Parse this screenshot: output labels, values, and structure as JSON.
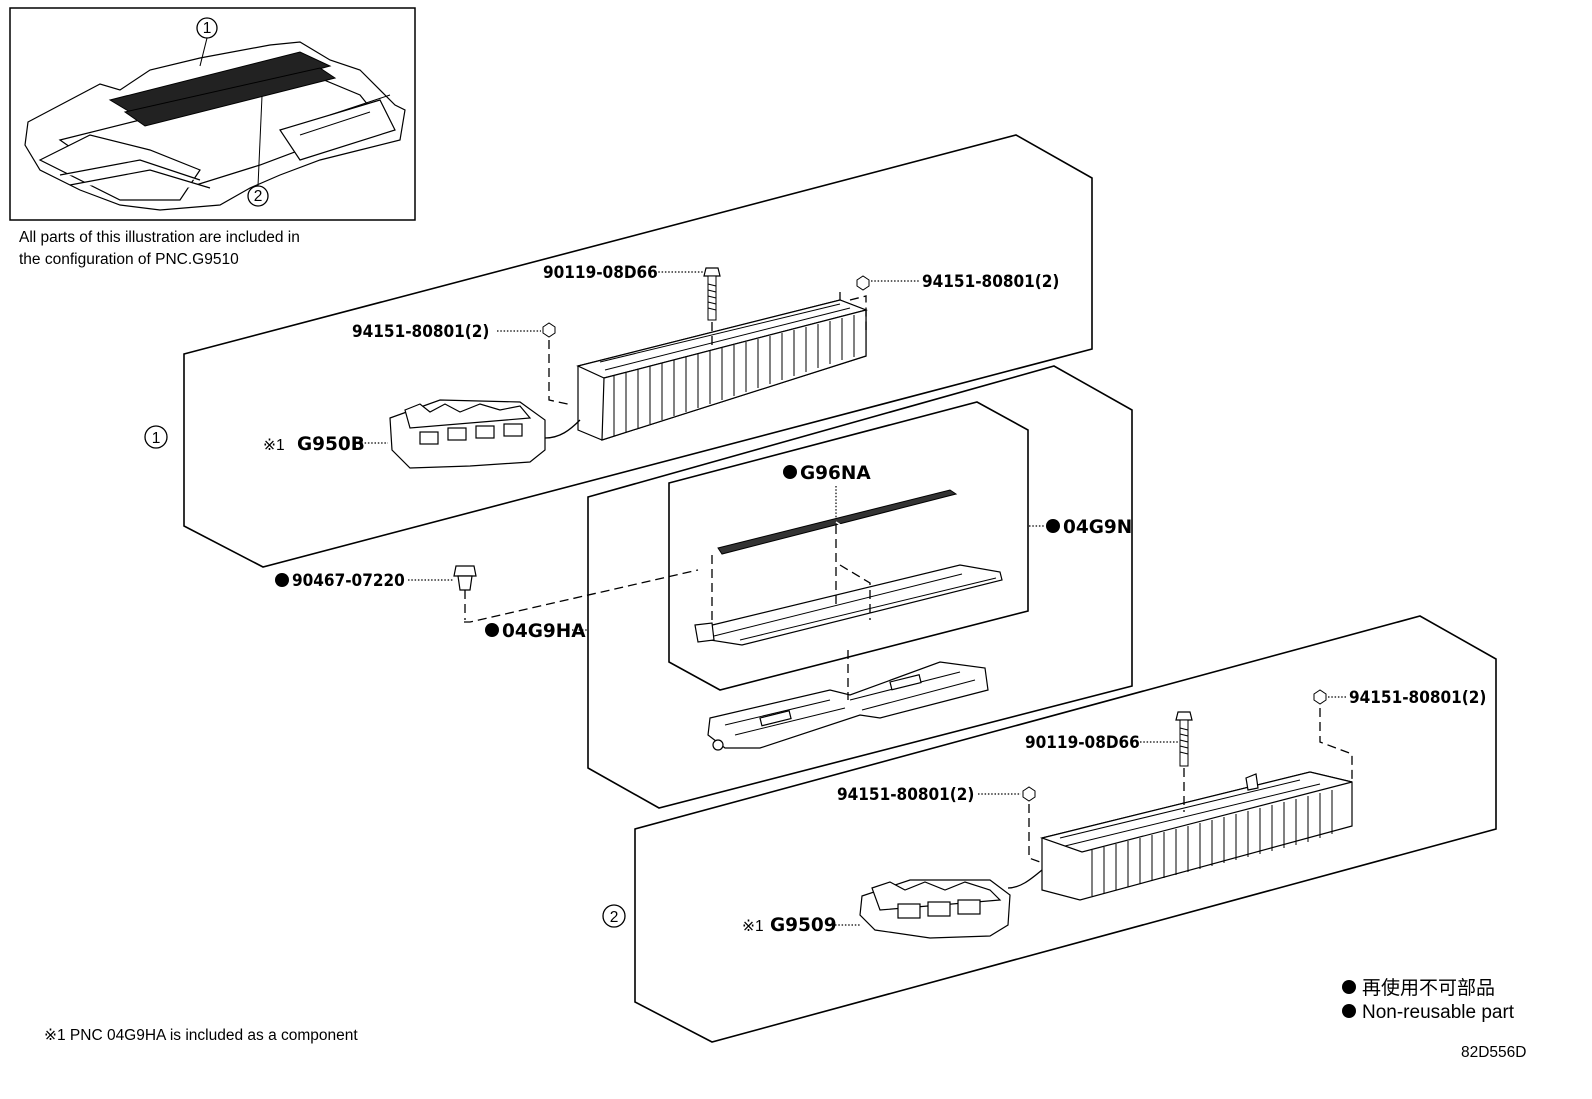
{
  "inset_note": {
    "line1": "All parts of this illustration are included in",
    "line2": "the configuration of PNC.G9510"
  },
  "callouts": {
    "one": "1",
    "two": "2"
  },
  "labels": {
    "bolt_upper": "90119-08D66",
    "nut_upper_right": "94151-80801(2)",
    "nut_upper_left": "94151-80801(2)",
    "note_mark_upper": "※1",
    "pnc_upper": "G950B",
    "pnc_g96na": "G96NA",
    "pnc_04g9n": "04G9N",
    "clip": "90467-07220",
    "pnc_04g9ha": "04G9HA",
    "nut_lower_right": "94151-80801(2)",
    "bolt_lower": "90119-08D66",
    "nut_lower_left": "94151-80801(2)",
    "note_mark_lower": "※1",
    "pnc_lower": "G9509"
  },
  "legend": {
    "jp": "再使用不可部品",
    "en": "Non-reusable part"
  },
  "footnote": "※1 PNC 04G9HA is included as a component",
  "diagram_id": "82D556D"
}
